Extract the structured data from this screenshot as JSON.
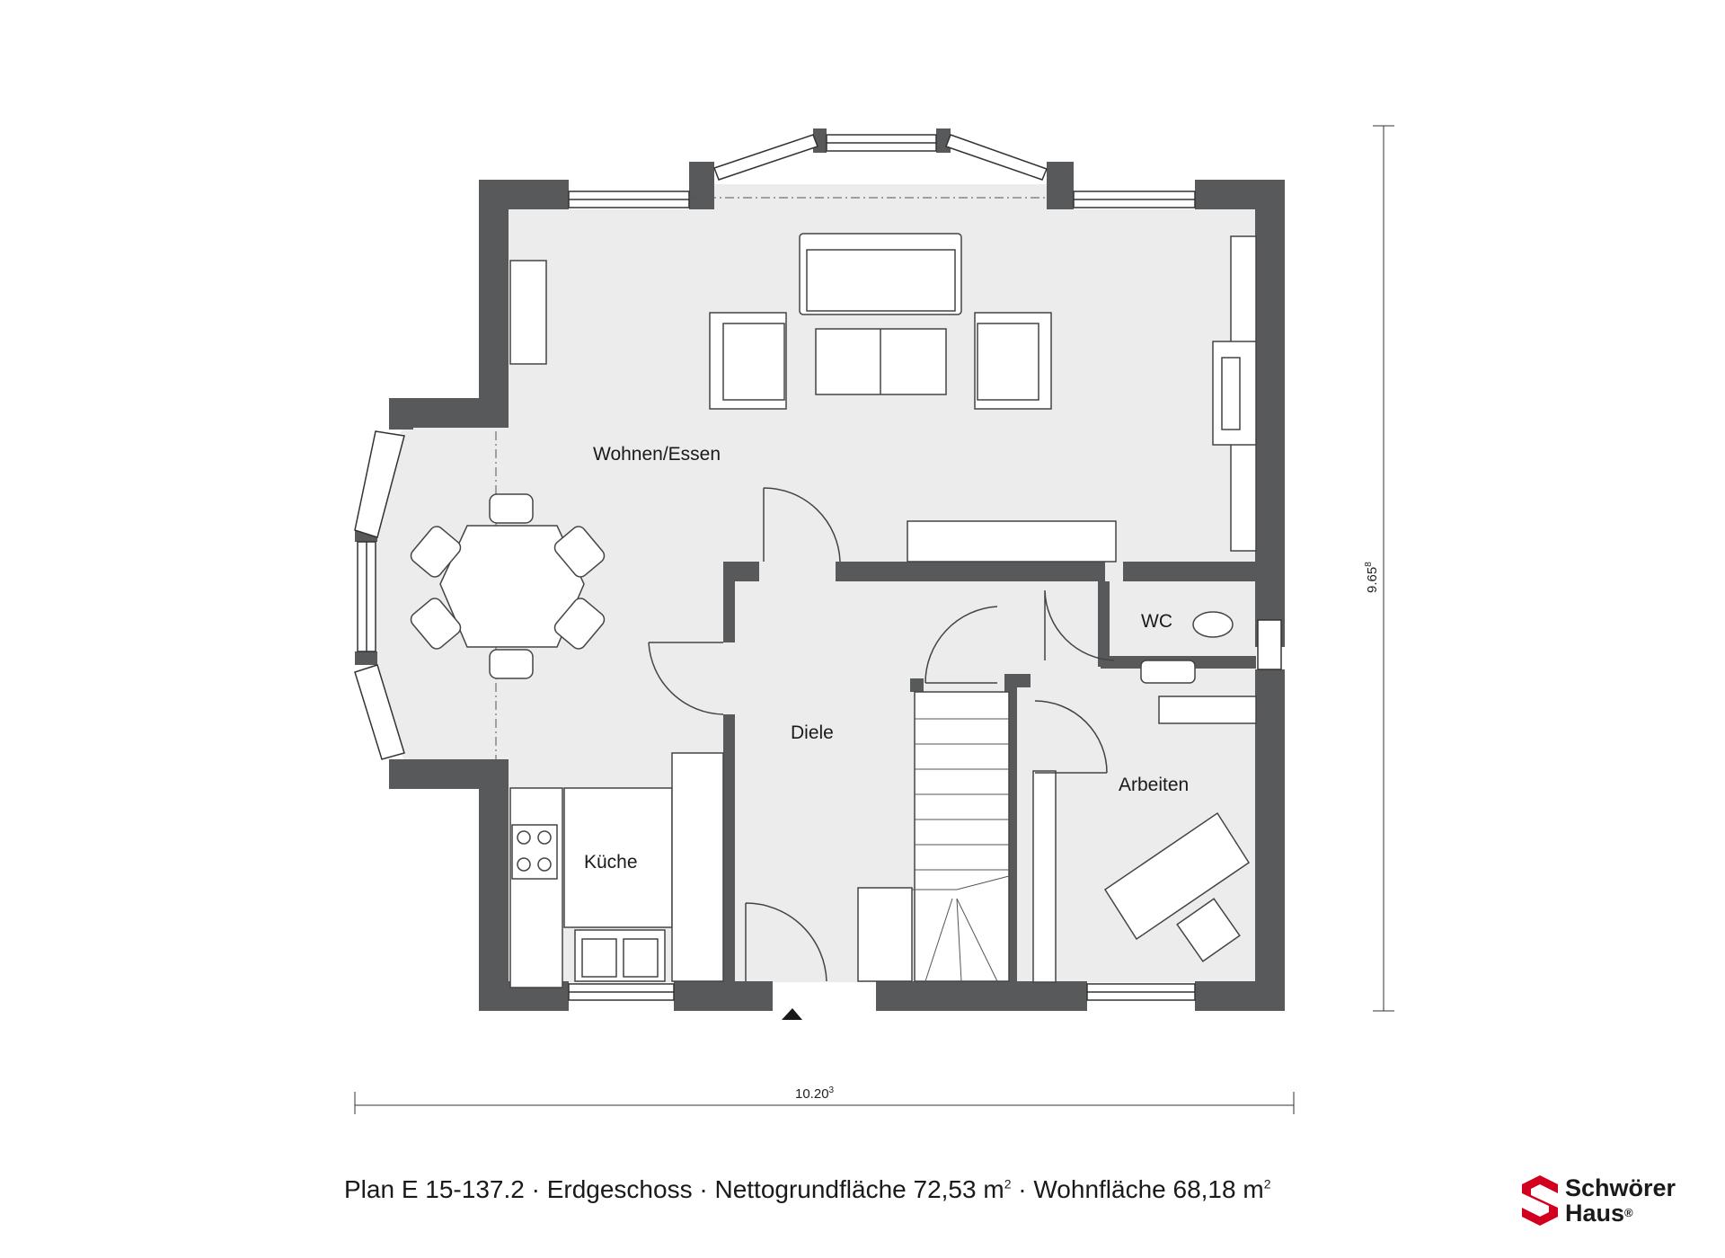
{
  "rooms": {
    "wohnen": "Wohnen/Essen",
    "kueche": "Küche",
    "diele": "Diele",
    "wc": "WC",
    "arbeiten": "Arbeiten"
  },
  "dimensions": {
    "width_main": "10.20",
    "width_sup": "3",
    "height_main": "9.65",
    "height_sup": "8"
  },
  "caption": {
    "plan": "Plan E 15-137.2",
    "sep": " · ",
    "floor": "Erdgeschoss",
    "net_area_label": "Nettogrundfläche 72,53 m",
    "net_area_sup": "2",
    "living_area_label": "Wohnfläche 68,18 m",
    "living_area_sup": "2"
  },
  "logo": {
    "line1": "Schwörer",
    "line2": "Haus",
    "reg": "®",
    "icon": "schwoerer-s-logo-icon",
    "color": "#d2001e"
  },
  "colors": {
    "wall": "#58595b",
    "floor": "#ececec",
    "line": "#333333"
  }
}
